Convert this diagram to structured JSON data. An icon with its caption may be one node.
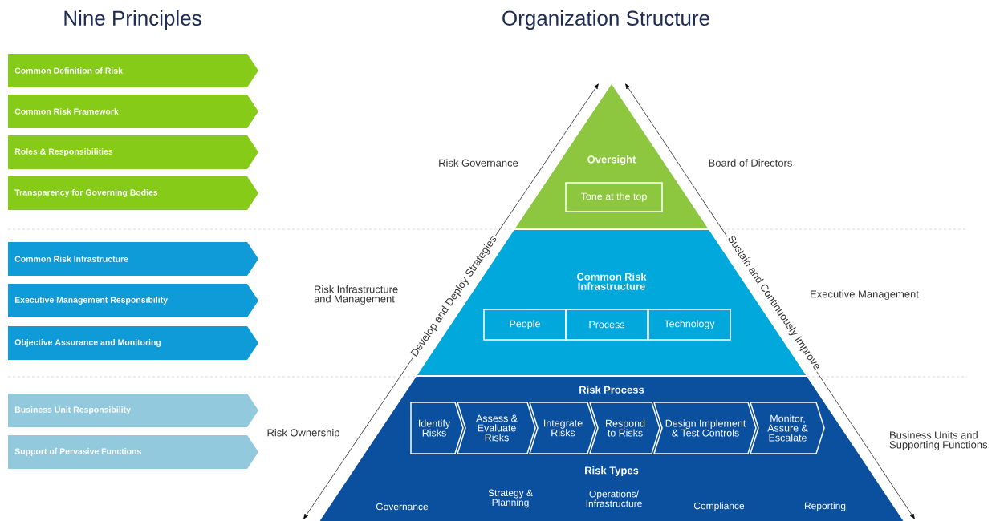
{
  "diagram": {
    "nodes": [
      {
        "text": [
          "Common Definition of Risk"
        ]
      },
      {
        "text": [
          "Common Risk Framework"
        ]
      },
      {
        "text": [
          "Roles & Responsibilities"
        ]
      },
      {
        "text": [
          "Transparency for Governing Bodies"
        ]
      },
      {
        "text": [
          "Common Risk Infrastructure"
        ]
      },
      {
        "text": [
          "Executive Management Responsibility"
        ]
      },
      {
        "text": [
          "Objective Assurance and Monitoring"
        ]
      },
      {
        "text": [
          "Business Unit Responsibility"
        ]
      },
      {
        "text": [
          "Support of Pervasive Functions"
        ]
      },
      {
        "text": [
          "Oversight"
        ]
      },
      {
        "text": [
          "Tone at the top"
        ],
        "in": 9
      },
      {
        "text": [
          "Common Risk Infrastructure"
        ]
      },
      {
        "text": [
          "People"
        ],
        "in": 11
      },
      {
        "text": [
          "Process"
        ],
        "in": 11
      },
      {
        "text": [
          "Technology"
        ],
        "in": 11
      },
      {
        "text": [
          "Risk Process",
          "Risk Types",
          "Governance",
          "Strategy & Planning",
          "Operations/ Infrastructure",
          "Compliance",
          "Reporting"
        ]
      },
      {
        "text": [
          "Identify Risks"
        ],
        "in": 15
      },
      {
        "text": [
          "Assess & Evaluate Risks"
        ],
        "in": 15
      },
      {
        "text": [
          "Integrate Risks"
        ],
        "in": 15
      },
      {
        "text": [
          "Respond to Risks"
        ],
        "in": 15
      },
      {
        "text": [
          "Design Implement & Test Controls"
        ],
        "in": 15
      },
      {
        "text": [
          "Monitor, Assure & Escalate"
        ],
        "in": 15
      }
    ],
    "labels": [
      "Nine Principles",
      "Organization Structure",
      "Risk Governance",
      "Board of Directors",
      "Risk Infrastructure and Management",
      "Executive Management",
      "Risk Ownership",
      "Business Units and Supporting Functions",
      "Develop and Deploy Strategies",
      "Sustain and Continuously Improve"
    ]
  }
}
